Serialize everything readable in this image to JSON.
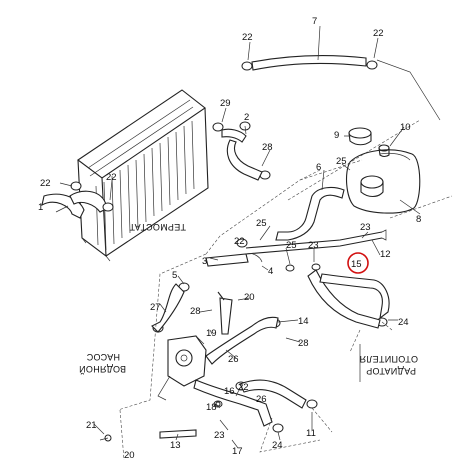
{
  "captions": {
    "thermostat": "ТЕРМОСТАТ",
    "water_pump_line1": "ВОДЯНОЙ",
    "water_pump_line2": "НАСОС",
    "heater_radiator_line1": "РАДИАТОР",
    "heater_radiator_line2": "ОТОПИТЕЛЯ"
  },
  "callouts": {
    "c1": "1",
    "c2": "2",
    "c3": "3",
    "c4": "4",
    "c5": "5",
    "c6": "6",
    "c7": "7",
    "c8": "8",
    "c9": "9",
    "c10": "10",
    "c11": "11",
    "c12": "12",
    "c13": "13",
    "c14": "14",
    "c15": "15",
    "c16": "16",
    "c17": "17",
    "c18": "18",
    "c19": "19",
    "c20": "20",
    "c21": "21",
    "c22": "22",
    "c23": "23",
    "c24": "24",
    "c25": "25",
    "c26": "26",
    "c27": "27",
    "c28": "28",
    "c29": "29"
  },
  "highlight": {
    "callout": "15",
    "color": "#d21010"
  }
}
